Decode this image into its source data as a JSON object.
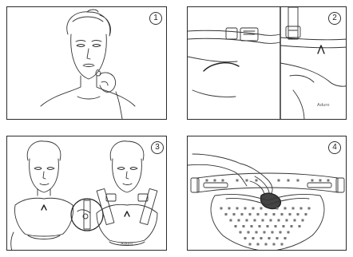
{
  "panels": [
    {
      "step": "1",
      "description": ""
    },
    {
      "step": "2",
      "brand": "Aduro"
    },
    {
      "step": "3",
      "brand": "Aduro"
    },
    {
      "step": "4"
    }
  ]
}
